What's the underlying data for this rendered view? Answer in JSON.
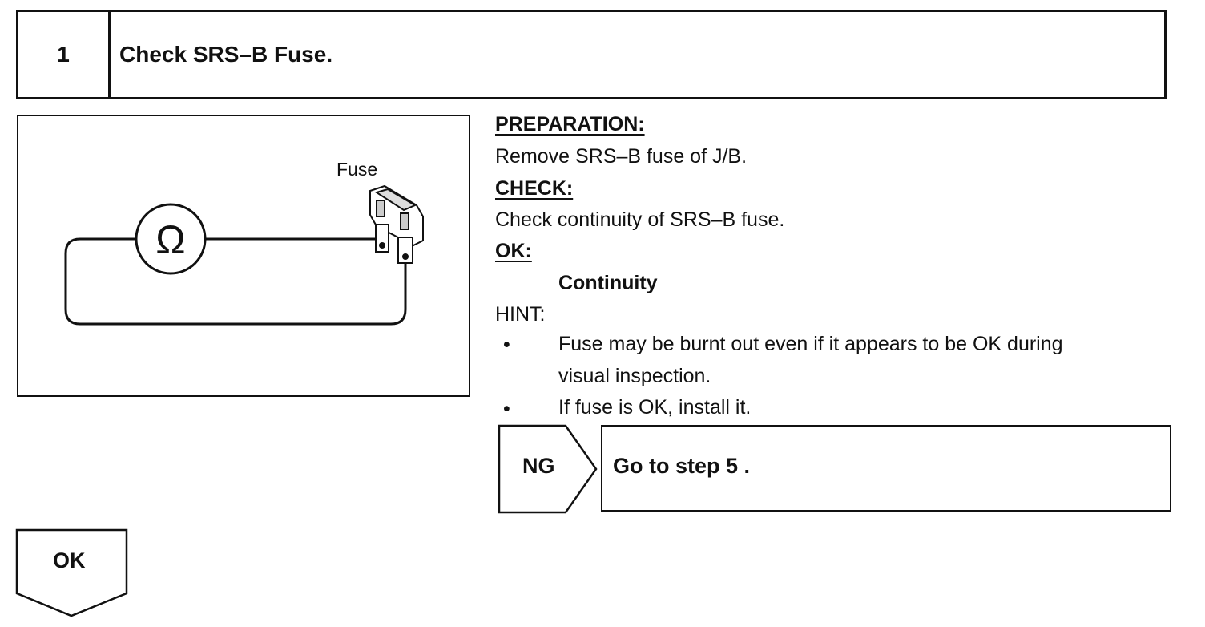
{
  "step": {
    "number": "1",
    "title": "Check SRS–B Fuse."
  },
  "illustration": {
    "fuse_label": "Fuse",
    "meter_symbol": "Ω",
    "meter_icon": "ohmmeter-icon",
    "fuse_icon": "blade-fuse-icon"
  },
  "instructions": {
    "preparation_heading": "PREPARATION:",
    "preparation_text": "Remove SRS–B fuse of J/B.",
    "check_heading": "CHECK:",
    "check_text": "Check continuity of SRS–B fuse.",
    "ok_heading": "OK:",
    "ok_value": "Continuity",
    "hint_heading": "HINT:",
    "hints": [
      {
        "bullet": "•",
        "lines": [
          "Fuse may be burnt out even if it appears to be OK during",
          "visual inspection."
        ]
      },
      {
        "bullet": "•",
        "lines": [
          "If fuse is OK, install it."
        ]
      }
    ]
  },
  "ng_branch": {
    "label": "NG",
    "action": "Go to step 5 ."
  },
  "ok_branch": {
    "label": "OK"
  }
}
